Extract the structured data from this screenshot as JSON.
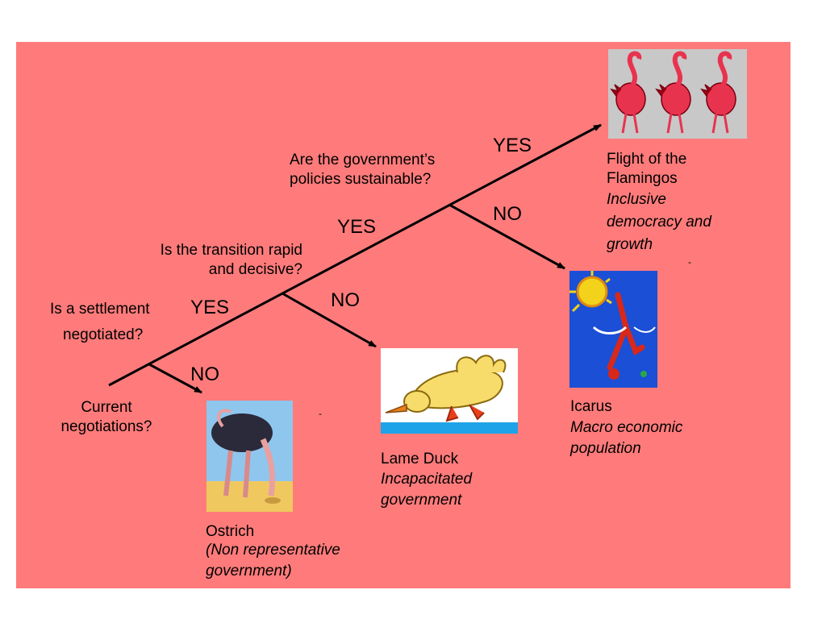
{
  "nodes": {
    "current": "Current\nnegotiations?",
    "q1": "Is a settlement",
    "q1b": "negotiated?",
    "q2": "Is the transition rapid\nand decisive?",
    "q3": "Are the government’s\npolicies sustainable?"
  },
  "branches": {
    "yes1": "YES",
    "no1": "NO",
    "yes2": "YES",
    "no2": "NO",
    "yes3": "YES",
    "no3": "NO"
  },
  "outcomes": {
    "flamingos": {
      "title": "Flight of the\nFlamingos",
      "desc": "Inclusive\ndemocracy and\ngrowth",
      "icon": "flamingos-image"
    },
    "icarus": {
      "title": "Icarus",
      "desc": "Macro economic\npopulation",
      "icon": "icarus-image"
    },
    "duck": {
      "title": "Lame Duck",
      "desc": "Incapacitated\ngovernment",
      "icon": "duck-image"
    },
    "ostrich": {
      "title": "Ostrich",
      "desc": "(Non representative\ngovernment)",
      "icon": "ostrich-image"
    }
  },
  "marks": {
    "dash1": "-",
    "dash2": "-"
  },
  "colors": {
    "panel": "#ff7b7b",
    "line": "#000000"
  }
}
